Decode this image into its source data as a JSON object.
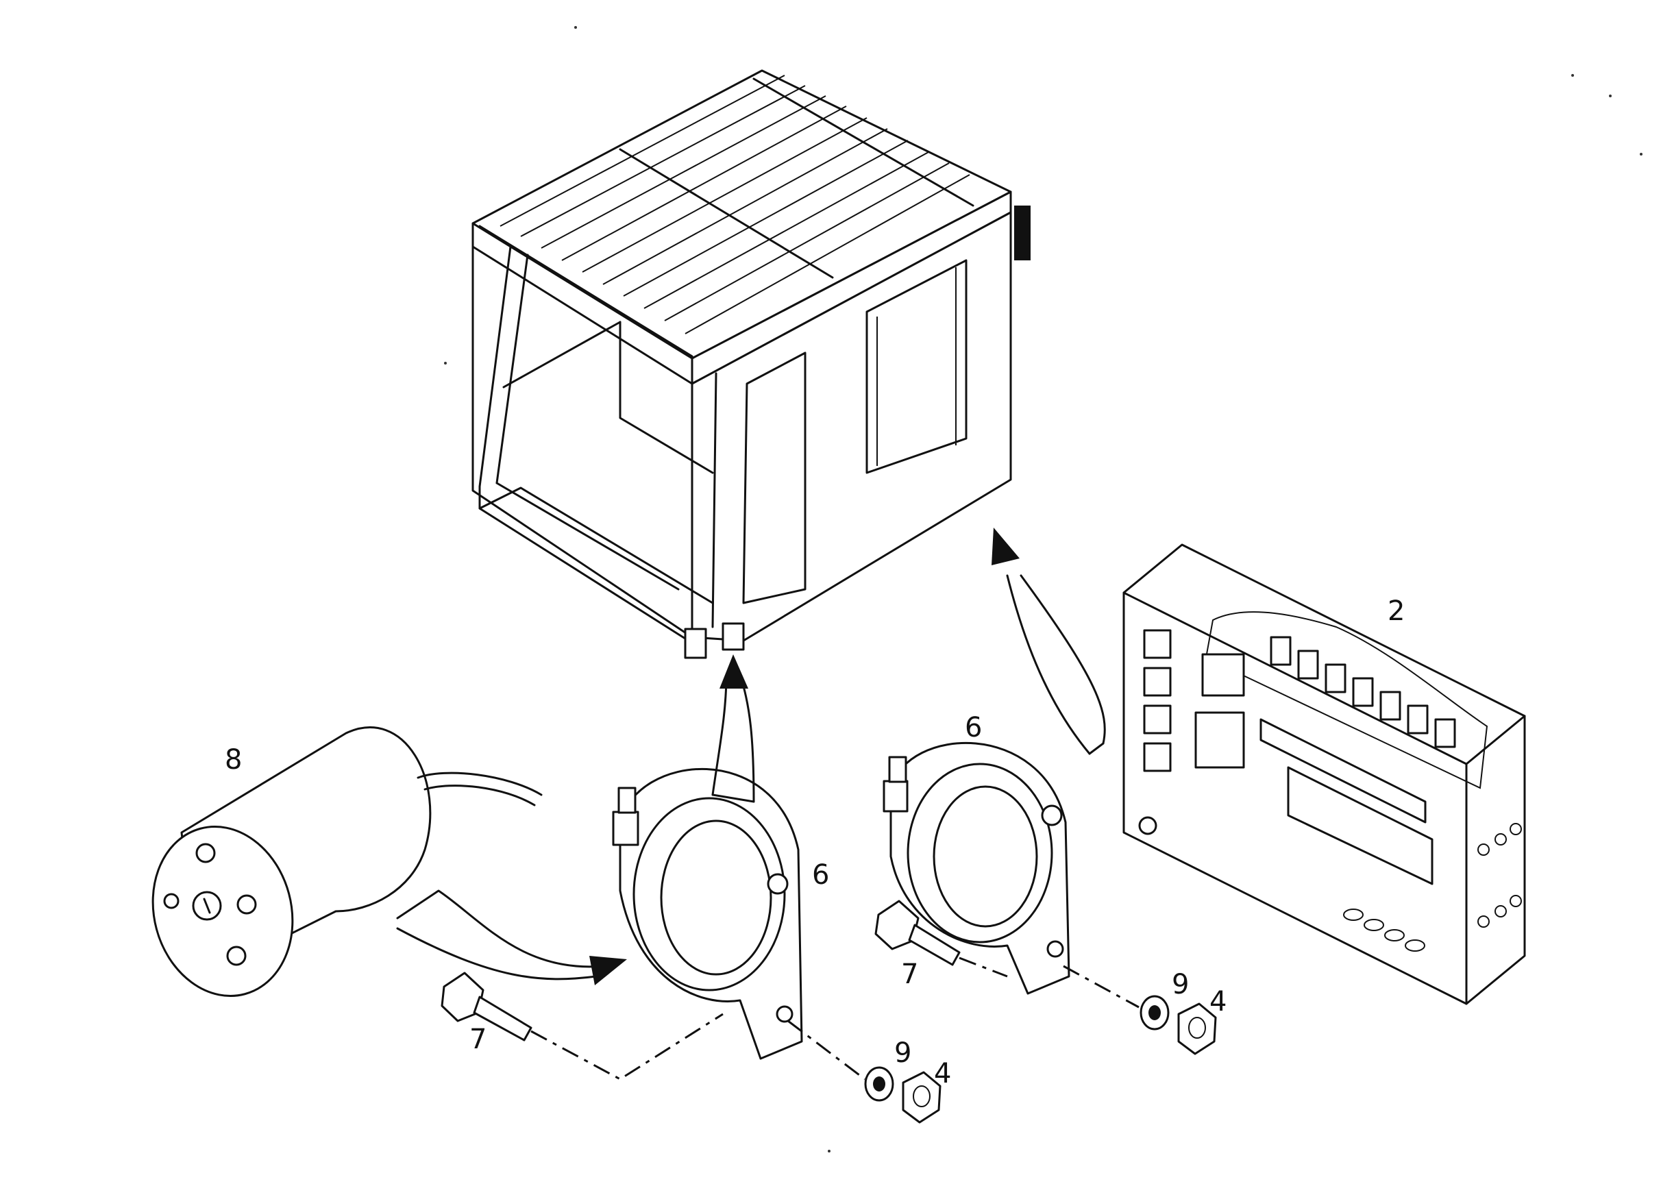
{
  "callouts": {
    "motor": "8",
    "clamp_left": "6",
    "clamp_right": "6",
    "bolt_left": "7",
    "bolt_right": "7",
    "washer_left": "9",
    "washer_right": "9",
    "nut_left": "4",
    "nut_right": "4",
    "control_box": "2"
  },
  "colors": {
    "line": "#111111",
    "background": "#ffffff"
  }
}
